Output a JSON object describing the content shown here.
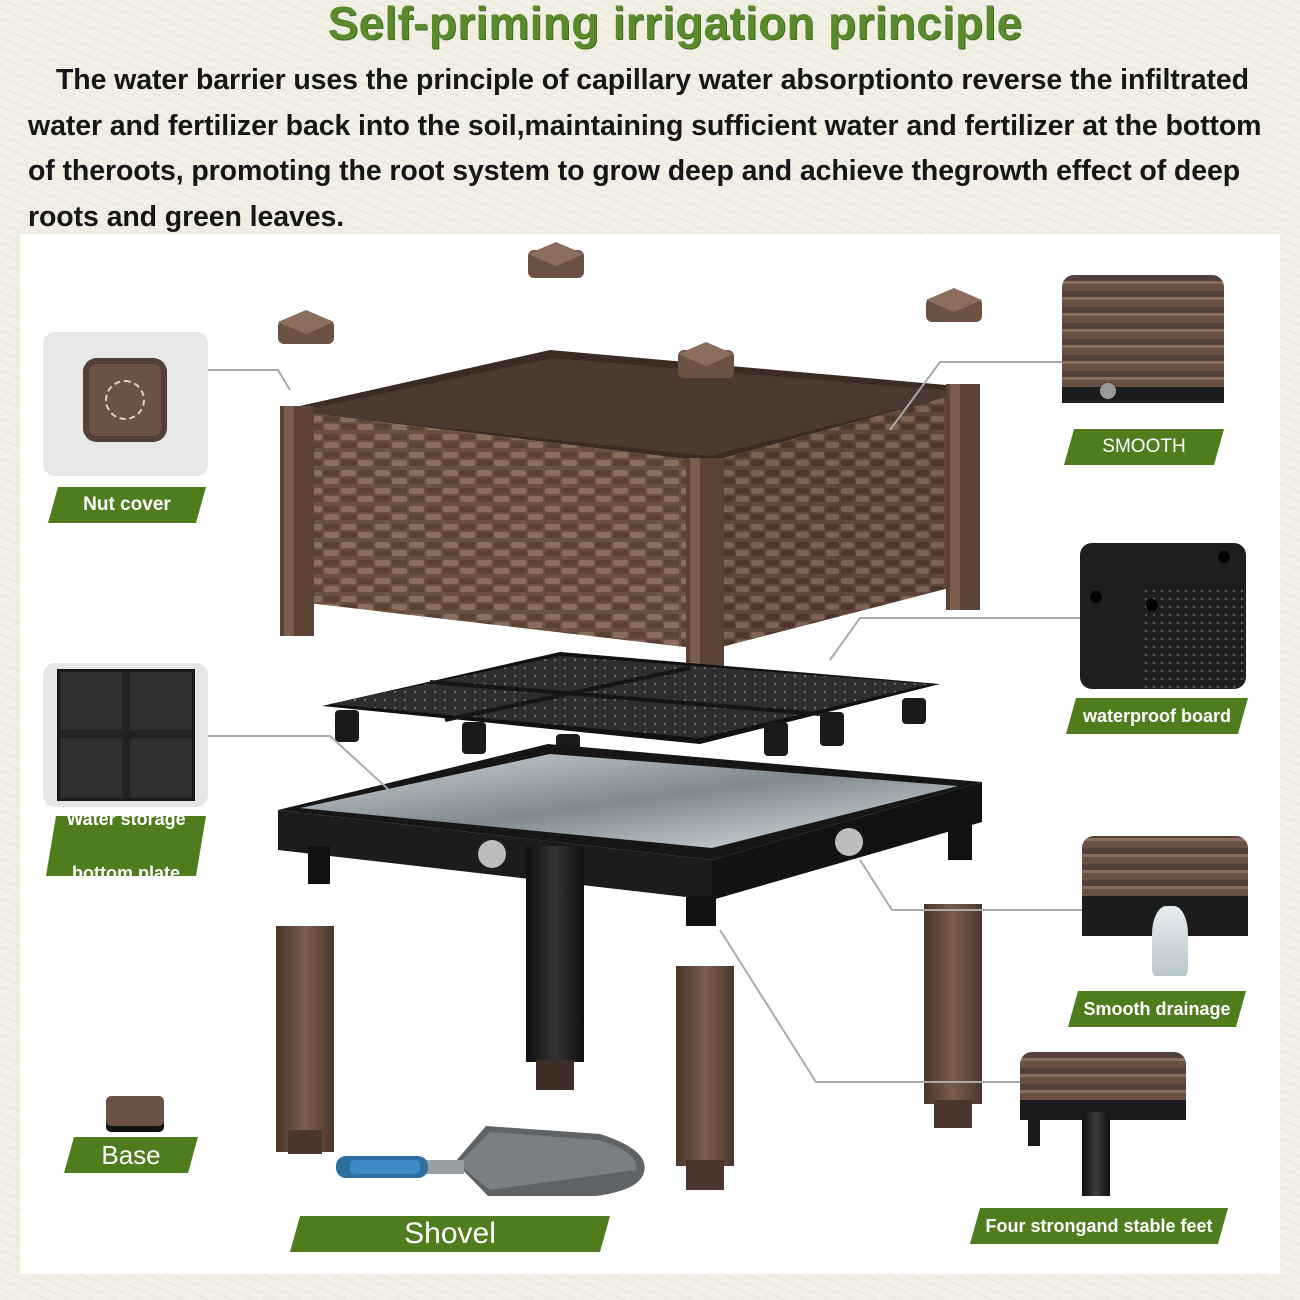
{
  "header": {
    "title": "Self-priming irrigation principle",
    "description": "The water barrier uses the principle of capillary water absorptionto reverse the infiltrated water and fertilizer back into the soil,maintaining sufficient water and fertilizer at the bottom of theroots, promoting the root system to grow deep and achieve thegrowth effect of deep roots and green leaves."
  },
  "labels": {
    "nut_cover": "Nut cover",
    "smooth": "SMOOTH",
    "waterproof_board": "waterproof board",
    "water_storage_line1": "Water storage",
    "water_storage_line2": "bottom plate",
    "smooth_drainage": "Smooth drainage",
    "base": "Base",
    "shovel": "Shovel",
    "feet": "Four strongand stable feet"
  },
  "colors": {
    "title_green": "#5a8a2c",
    "badge_green": "#4f7d1e",
    "planter_brown": "#6b5245",
    "plate_black": "#1b1b1b"
  }
}
